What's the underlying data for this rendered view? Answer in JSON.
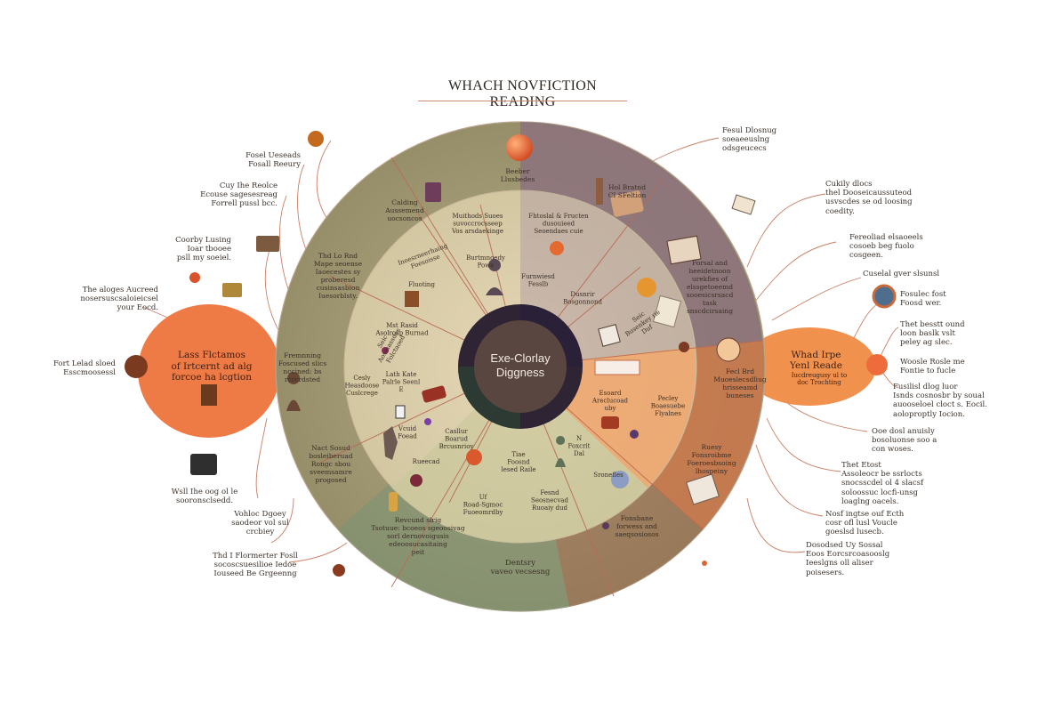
{
  "title": "WHACH NOVFICTION READING",
  "hub": "Exe-Clorlay\nDiggness",
  "left_oval": {
    "lines": "Lass Flctamos\nof Irtcernt ad alg\nforcoe ha lcgtion"
  },
  "right_oval": {
    "title": "Whad Irpe\nYenl Reade",
    "sub": "Iucdreugusy ul to\ndoc Trochting"
  },
  "bottom_label": "Dentsry\nvaveo vecsesng",
  "outer_labels": [
    "Beeber\nLlusbedes",
    "Calding\nAussemend\nuocsoncos",
    "Thd Lo Rnd\nMape seoense\nIaoecestes sy\nproberesd\ncusinsasbion\nIuesorblsty.",
    "Fremnning\nFoscused slics\nnccined: bs\nrcrcrdsted",
    "Nact Sosud\nbosleiberuad\nRongc sbou\nsveemsamre\nprogosed",
    "Hol Bratnd\nCI SFeltion",
    "Forsal and\nheeidetnoon\nurekfies of\nelssgetoeemd\nsooesicsrsacd\ntask\nsnscdcirsaing",
    "Fecl Brd\nMuoeslecsdliug\nhrisseamd\nbuneses",
    "Ruesy\nFonsroibme\nFoeroesbsoing\nlhospeiny",
    "Fonsbane\nforwess and\nsaeqsosiosos",
    "Revcund slrig\nTsotuue: bcoeos sgeoosivag\nsorl dernovoigusis\nedeoosucasitaing\npeit"
  ],
  "inner_labels": [
    "Muithods Suoes\nsuvoccrocsseep\nVos arsdaekinge",
    "Fhtoslal & Fructen\ndusouieed\nSeoendaes cuie",
    "Inoesrneerhaing\nFoesoisse",
    "Burtmnoedy\nPowe",
    "Fluoting",
    "Furnwiesd\nFesslb",
    "Dusnrir\nBosgonnond",
    "Seic\nBusenkey rie\nDuf",
    "Mst Rasid\nAsolrosp Burnad",
    "Seic\nAosmassdes\nFolctaoed",
    "Cesly\nHeasdoose\nCuslcrege",
    "Lath Kate\nPalrle Seenl\nE",
    "Vcuid\nFoead",
    "Casllur\nBoarud\nBrcusnrioy",
    "Tiae\nFoosnd\nlesed Raile",
    "N\nFoxcrit\nDal",
    "Uf\nRoad-Sgmoc\nFuoeomrdby",
    "Fesnd\nSeosnecvad\nRuoaiy dud",
    "Rueecad",
    "Esoard\nAreclucoad\nuby",
    "Pecley\nBoaesuebe\nFlyalnes",
    "Sronefles"
  ],
  "side_notes": {
    "left": [
      "Fosel Ueseads\nFosall Reeury",
      "Cuy Ihe Reolce\nEcouse sagesesreag\nForrell pussl bcc.",
      "Coorby Lusing\nIoar tbooee\npsll my soeiel.",
      "The aloges Aucreed\nnosersuscsaloieicsel\nyour Eocd.",
      "Fort Lelad sloed\nEsscmoosessl",
      "Wsll Ihe oog ol le\nsooronsclsedd.",
      "Vohloc Dgoey\nsaodeor vol sul\ncrcbiey",
      "Thd I Flormerter Fosll\nsocoscsuesilioe Iedoe\nIouseed Be Grgeenng"
    ],
    "right": [
      "Fesul Dlosnug\nsoeaeeuslng\nodsgeucecs",
      "Cukily dlocs\nthel Dooseicaussuteod\nusvscdes se od loosing\ncoedity.",
      "Fereoliad elsaoeels\ncosoeb beg fuolo\ncosgeen.",
      "Cuselal gver slsunsl",
      "Fosulec fost\nFoosd wer.",
      "Thet besstt ound\nloon baslk vslt\npeley ag slec.",
      "Woosle Rosle me\nFontie to fucle",
      "Fusilisl dlog luor\nIsnds cosnosbr by soual\nauooseloel cloct s. Eocil.\naoloproptly Iocion.",
      "Ooe dosl anuisly\nbosoluonse soo a\ncon woses.",
      "Thet Etost\nAssoleocr be ssrlocts\nsnocsscdel ol 4 slacsf\nsoloossuc locfi-unsg\nloaglng oacels.",
      "Nosf ingtse ouf Ecth\ncosr ofl lusl Voucle\ngoeslsd lusecb.",
      "Dosodsed Uy Sossal\nEoos Eorcsrcoasooslg\nIeeslgns oll aliser\npoisesers."
    ]
  },
  "colors": {
    "olive": "#8e8765",
    "mauve": "#8c727c",
    "orange": "#e98e58",
    "rust": "#a96440",
    "sage": "#8a9b7a",
    "hub": "#2f2433",
    "oval_left": "#ee7a45",
    "oval_right": "#f0914e",
    "leader": "#c97e63"
  },
  "icons": [
    "orange-ball-icon",
    "book-icon",
    "film-icon",
    "person-icon",
    "tablet-icon",
    "gem-icon",
    "coin-icon",
    "scroll-icon",
    "calculator-icon"
  ]
}
